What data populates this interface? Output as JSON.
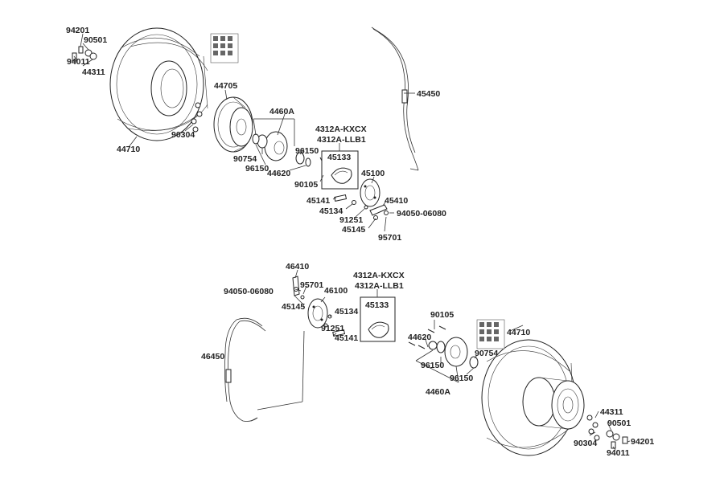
{
  "labels": {
    "l_94201_a": "94201",
    "l_90501_a": "90501",
    "l_94011_a": "94011",
    "l_44311_a": "44311",
    "l_44705": "44705",
    "l_44710_a": "44710",
    "l_90304_a": "90304",
    "l_4460A_a": "4460A",
    "l_4312A_KXCX_a": "4312A-KXCX",
    "l_4312A_LLB1_a": "4312A-LLB1",
    "l_96150_a1": "96150",
    "l_90754_a": "90754",
    "l_96150_a2": "96150",
    "l_44620_a": "44620",
    "l_90105_a": "90105",
    "l_45133_a": "45133",
    "l_45100": "45100",
    "l_45450": "45450",
    "l_45141_a": "45141",
    "l_45134_a": "45134",
    "l_91251_a": "91251",
    "l_45410": "45410",
    "l_94050_a": "94050-06080",
    "l_45145_a": "45145",
    "l_95701_a": "95701",
    "l_46410": "46410",
    "l_94050_b": "94050-06080",
    "l_95701_b": "95701",
    "l_46100": "46100",
    "l_45145_b": "45145",
    "l_4312A_KXCX_b": "4312A-KXCX",
    "l_4312A_LLB1_b": "4312A-LLB1",
    "l_45133_b": "45133",
    "l_45134_b": "45134",
    "l_91251_b": "91251",
    "l_45141_b": "45141",
    "l_46450": "46450",
    "l_90105_b": "90105",
    "l_44620_b": "44620",
    "l_44710_b": "44710",
    "l_90754_b": "90754",
    "l_96150_b1": "96150",
    "l_96150_b2": "96150",
    "l_4460A_b": "4460A",
    "l_44311_b": "44311",
    "l_90501_b": "90501",
    "l_90304_b": "90304",
    "l_94201_b": "94201",
    "l_94011_b": "94011"
  }
}
